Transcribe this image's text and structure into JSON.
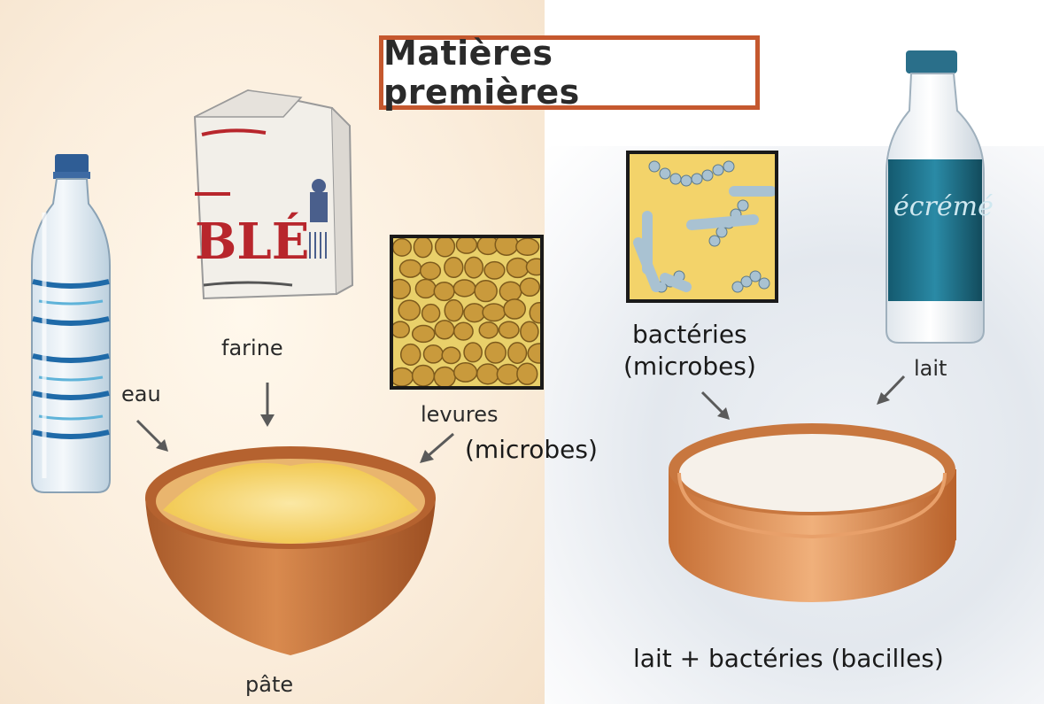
{
  "title": "Matières premières",
  "labels": {
    "eau": "eau",
    "farine": "farine",
    "levures": "levures",
    "levures_sub": "(microbes)",
    "pate": "pâte",
    "bacteries": "bactéries",
    "bacteries_sub": "(microbes)",
    "lait": "lait",
    "result": "lait + bactéries (bacilles)"
  },
  "packaging": {
    "flour_bag_text": "BLÉ",
    "milk_bottle_text": "écrémé"
  },
  "colors": {
    "title_border": "#c5582e",
    "bowl": "#c9773f",
    "dough": "#f2c84a",
    "yeast": "#c99a3c",
    "bacteria": "#9db8c9",
    "milk_label": "#1e6f86",
    "mold": "#d98c57"
  }
}
